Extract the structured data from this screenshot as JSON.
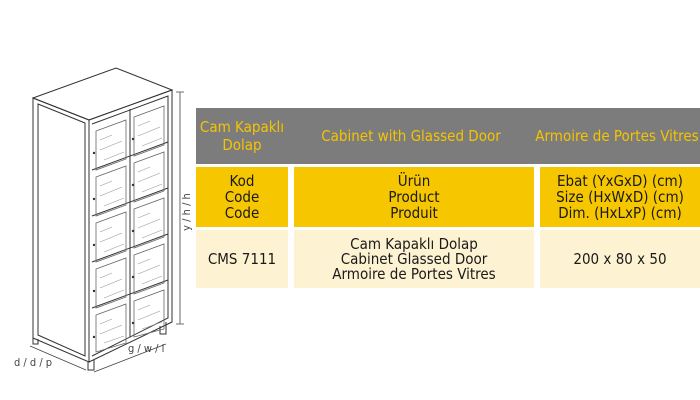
{
  "dimension_labels": {
    "height": "y / h / h",
    "width": "g / w / l",
    "depth": "d / d / p"
  },
  "table": {
    "header": [
      "Cam Kapaklı Dolap",
      "Cabinet with Glassed Door",
      "Armoire de Portes Vitres"
    ],
    "columns": [
      [
        "Kod",
        "Code",
        "Code"
      ],
      [
        "Ürün",
        "Product",
        "Produit"
      ],
      [
        "Ebat (YxGxD) (cm)",
        "Size (HxWxD) (cm)",
        "Dim. (HxLxP) (cm)"
      ]
    ],
    "row": {
      "code": "CMS 7111",
      "product": [
        "Cam Kapaklı Dolap",
        "Cabinet Glassed Door",
        "Armoire de Portes Vitres"
      ],
      "size": "200 x 80 x 50"
    }
  }
}
